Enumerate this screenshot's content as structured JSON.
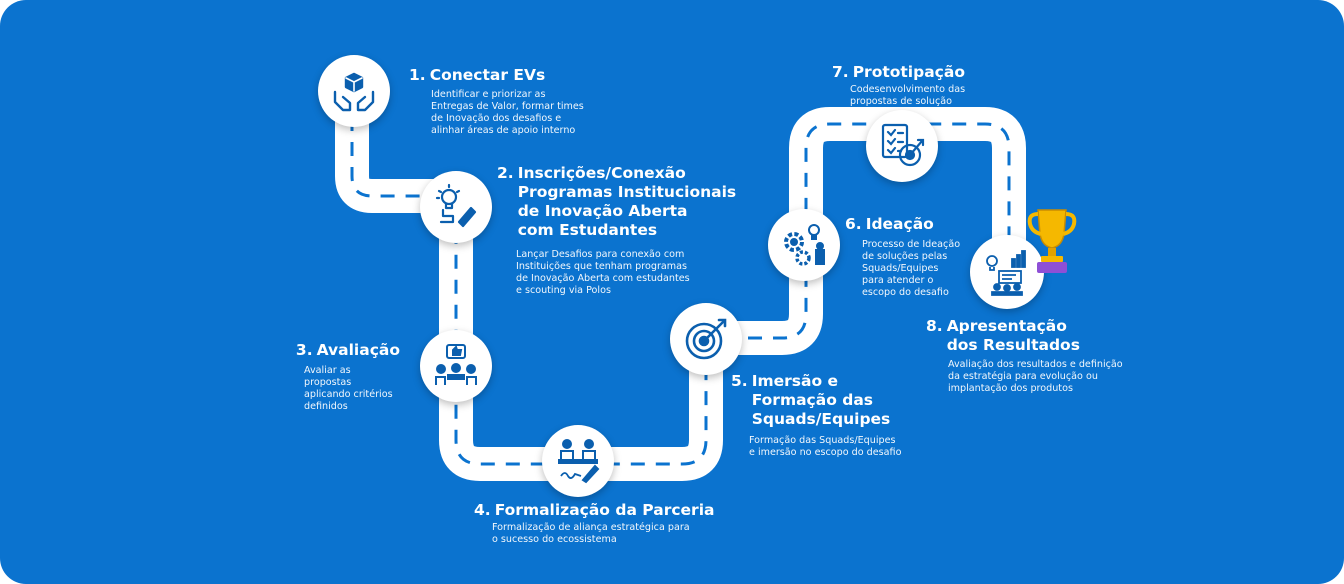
{
  "colors": {
    "background": "#0b73cf",
    "road": "#ffffff",
    "dash": "#0b73cf",
    "icon": "#0b5fae",
    "trophy": "#f5b800"
  },
  "steps": [
    {
      "num": "1.",
      "title": "Conectar EVs",
      "desc": "Identificar e priorizar as\nEntregas de Valor, formar times\nde Inovação dos desafios e\nalinhar áreas de apoio interno",
      "icon": "hands-box-icon"
    },
    {
      "num": "2.",
      "title": "Inscrições/Conexão\nProgramas Institucionais\nde Inovação Aberta\ncom Estudantes",
      "desc": "Lançar Desafios para conexão com\nInstituições que tenham programas\nde Inovação Aberta com estudantes\ne scouting via Polos",
      "icon": "lightbulb-pencil-icon"
    },
    {
      "num": "3.",
      "title": "Avaliação",
      "desc": "Avaliar as propostas\naplicando critérios\ndefinidos",
      "icon": "meeting-thumbs-up-icon"
    },
    {
      "num": "4.",
      "title": "Formalização da Parceria",
      "desc": "Formalização de aliança estratégica para\no sucesso do ecossistema",
      "icon": "signing-agreement-icon"
    },
    {
      "num": "5.",
      "title": "Imersão e\nFormação das\nSquads/Equipes",
      "desc": "Formação das Squads/Equipes\ne imersão no escopo do desafio",
      "icon": "target-arrow-icon"
    },
    {
      "num": "6.",
      "title": "Ideação",
      "desc": "Processo de Ideação\nde soluções pelas\nSquads/Equipes\npara atender o\nescopo do desafio",
      "icon": "gears-ideas-icon"
    },
    {
      "num": "7.",
      "title": "Prototipação",
      "desc": "Codesenvolvimento das\npropostas de solução",
      "icon": "checklist-target-icon"
    },
    {
      "num": "8.",
      "title": "Apresentação\ndos Resultados",
      "desc": "Avaliação dos resultados e definição\nda estratégia para evolução ou\nimplantação dos produtos",
      "icon": "presentation-chart-icon"
    }
  ],
  "trophy_icon": "trophy-icon"
}
